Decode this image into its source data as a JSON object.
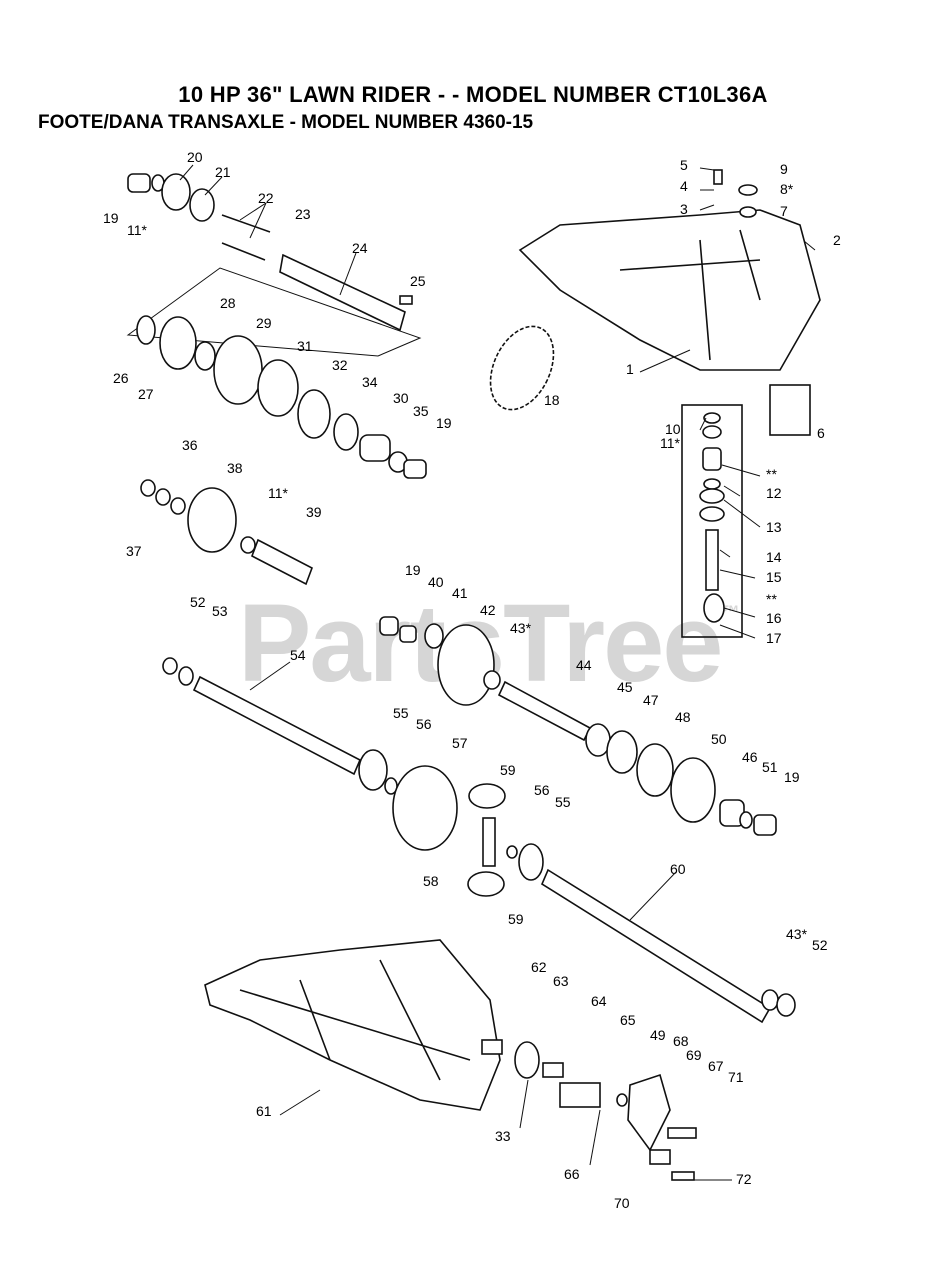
{
  "title": "10 HP 36\" LAWN RIDER - - MODEL NUMBER CT10L36A",
  "subtitle": "FOOTE/DANA TRANSAXLE - MODEL NUMBER 4360-15",
  "watermark": {
    "text": "PartsTree",
    "mark": "™"
  },
  "callouts": [
    {
      "id": "c20",
      "text": "20"
    },
    {
      "id": "c21",
      "text": "21"
    },
    {
      "id": "c19a",
      "text": "19"
    },
    {
      "id": "c11a",
      "text": "11*"
    },
    {
      "id": "c22",
      "text": "22"
    },
    {
      "id": "c23",
      "text": "23"
    },
    {
      "id": "c24",
      "text": "24"
    },
    {
      "id": "c25",
      "text": "25"
    },
    {
      "id": "c28",
      "text": "28"
    },
    {
      "id": "c29",
      "text": "29"
    },
    {
      "id": "c31",
      "text": "31"
    },
    {
      "id": "c32",
      "text": "32"
    },
    {
      "id": "c34",
      "text": "34"
    },
    {
      "id": "c30",
      "text": "30"
    },
    {
      "id": "c35",
      "text": "35"
    },
    {
      "id": "c19b",
      "text": "19"
    },
    {
      "id": "c26",
      "text": "26"
    },
    {
      "id": "c27",
      "text": "27"
    },
    {
      "id": "c18",
      "text": "18"
    },
    {
      "id": "c5",
      "text": "5"
    },
    {
      "id": "c4",
      "text": "4"
    },
    {
      "id": "c3",
      "text": "3"
    },
    {
      "id": "c9",
      "text": "9"
    },
    {
      "id": "c8",
      "text": "8*"
    },
    {
      "id": "c7",
      "text": "7"
    },
    {
      "id": "c2",
      "text": "2"
    },
    {
      "id": "c1",
      "text": "1"
    },
    {
      "id": "c10",
      "text": "10"
    },
    {
      "id": "c11b",
      "text": "11*"
    },
    {
      "id": "cst1",
      "text": "**"
    },
    {
      "id": "c6",
      "text": "6"
    },
    {
      "id": "c12",
      "text": "12"
    },
    {
      "id": "c13",
      "text": "13"
    },
    {
      "id": "c14",
      "text": "14"
    },
    {
      "id": "c15",
      "text": "15"
    },
    {
      "id": "cst2",
      "text": "**"
    },
    {
      "id": "c16",
      "text": "16"
    },
    {
      "id": "c17",
      "text": "17"
    },
    {
      "id": "c36",
      "text": "36"
    },
    {
      "id": "c38",
      "text": "38"
    },
    {
      "id": "c11c",
      "text": "11*"
    },
    {
      "id": "c39",
      "text": "39"
    },
    {
      "id": "c37",
      "text": "37"
    },
    {
      "id": "c52a",
      "text": "52"
    },
    {
      "id": "c53",
      "text": "53"
    },
    {
      "id": "c54",
      "text": "54"
    },
    {
      "id": "c19c",
      "text": "19"
    },
    {
      "id": "c40",
      "text": "40"
    },
    {
      "id": "c41",
      "text": "41"
    },
    {
      "id": "c42",
      "text": "42"
    },
    {
      "id": "c43a",
      "text": "43*"
    },
    {
      "id": "c44",
      "text": "44"
    },
    {
      "id": "c45",
      "text": "45"
    },
    {
      "id": "c47",
      "text": "47"
    },
    {
      "id": "c48",
      "text": "48"
    },
    {
      "id": "c50",
      "text": "50"
    },
    {
      "id": "c46",
      "text": "46"
    },
    {
      "id": "c51",
      "text": "51"
    },
    {
      "id": "c19d",
      "text": "19"
    },
    {
      "id": "c55a",
      "text": "55"
    },
    {
      "id": "c56a",
      "text": "56"
    },
    {
      "id": "c57",
      "text": "57"
    },
    {
      "id": "c59a",
      "text": "59"
    },
    {
      "id": "c56b",
      "text": "56"
    },
    {
      "id": "c55b",
      "text": "55"
    },
    {
      "id": "c58",
      "text": "58"
    },
    {
      "id": "c59b",
      "text": "59"
    },
    {
      "id": "c60",
      "text": "60"
    },
    {
      "id": "c43b",
      "text": "43*"
    },
    {
      "id": "c52b",
      "text": "52"
    },
    {
      "id": "c62",
      "text": "62"
    },
    {
      "id": "c63",
      "text": "63"
    },
    {
      "id": "c64",
      "text": "64"
    },
    {
      "id": "c65",
      "text": "65"
    },
    {
      "id": "c49",
      "text": "49"
    },
    {
      "id": "c68",
      "text": "68"
    },
    {
      "id": "c69",
      "text": "69"
    },
    {
      "id": "c67",
      "text": "67"
    },
    {
      "id": "c71",
      "text": "71"
    },
    {
      "id": "c61",
      "text": "61"
    },
    {
      "id": "c33",
      "text": "33"
    },
    {
      "id": "c66",
      "text": "66"
    },
    {
      "id": "c72",
      "text": "72"
    },
    {
      "id": "c70",
      "text": "70"
    }
  ]
}
